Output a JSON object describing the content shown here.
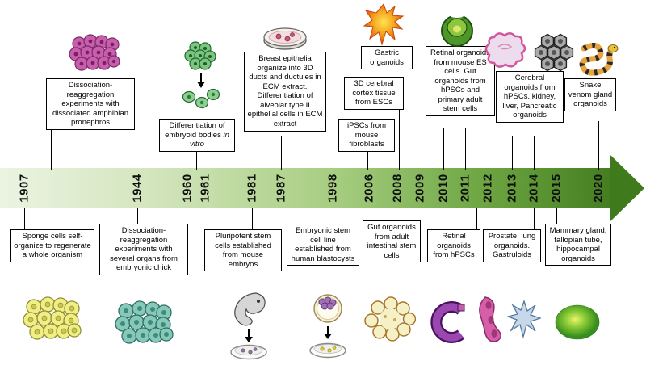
{
  "figure": {
    "type": "timeline",
    "subject": "History of organoid and stem cell research milestones"
  },
  "timeline": {
    "years": [
      "1907",
      "1944",
      "1960",
      "1961",
      "1981",
      "1987",
      "1998",
      "2006",
      "2008",
      "2009",
      "2010",
      "2011",
      "2012",
      "2013",
      "2014",
      "2015",
      "2020"
    ],
    "arrow_gradient_start": "#ebf4e2",
    "arrow_gradient_end": "#3f7a1d"
  },
  "events_above": [
    {
      "text": "Dissociation-reaggregation experiments with dissociated amphibian pronephros",
      "icon": "magenta-cell-cluster-icon"
    },
    {
      "text_main": "Differentiation of embryoid bodies",
      "text_italic": "in vitro",
      "icon": "embryoid-bodies-dissociation-icon"
    },
    {
      "text": "Breast epithelia organize into 3D ducts and ductules in ECM extract. Differentiation of alveolar type II epithelial cells in ECM extract",
      "icon": "petri-dish-icon"
    },
    {
      "text": "Gastric organoids",
      "icon": "gastric-organoid-icon"
    },
    {
      "text": "3D cerebral cortex tissue from ESCs"
    },
    {
      "text": "iPSCs from mouse fibroblasts"
    },
    {
      "text": "Retinal organoids from mouse ES cells. Gut organoids from hPSCs and primary adult stem cells",
      "icon": "optic-cup-organoid-icon"
    },
    {
      "text": "Cerebral organoids from hPSCs. kidney, liver, Pancreatic organoids",
      "icons": [
        "cerebral-organoid-icon",
        "kidney-hexagon-organoid-icon"
      ]
    },
    {
      "text": "Snake venom gland organoids",
      "icon": "snake-icon"
    }
  ],
  "events_below": [
    {
      "text": "Sponge cells self-organize to regenerate a whole organism",
      "icon": "yellow-cell-cluster-icon"
    },
    {
      "text": "Dissociation-reaggregation experiments with several organs from embryonic chick",
      "icon": "teal-cell-cluster-icon"
    },
    {
      "text": "Pluripotent stem cells established from mouse embryos",
      "icon": "mouse-embryo-to-dish-icon"
    },
    {
      "text": "Embryonic stem cell line established from human blastocysts",
      "icon": "blastocyst-to-dish-icon"
    },
    {
      "text": "Gut organoids from adult intestinal stem cells",
      "icon": "budded-gut-organoid-icon"
    },
    {
      "text": "Retinal organoids from hPSCs",
      "icon": "purple-optic-cup-icon"
    },
    {
      "text": "Prostate, lung organoids. Gastruloids",
      "icons": [
        "prostate-organoid-icon",
        "gastruloid-star-icon"
      ]
    },
    {
      "text": "Mammary gland, fallopian tube, hippocampal organoids",
      "icon": "green-spheroid-icon"
    }
  ]
}
